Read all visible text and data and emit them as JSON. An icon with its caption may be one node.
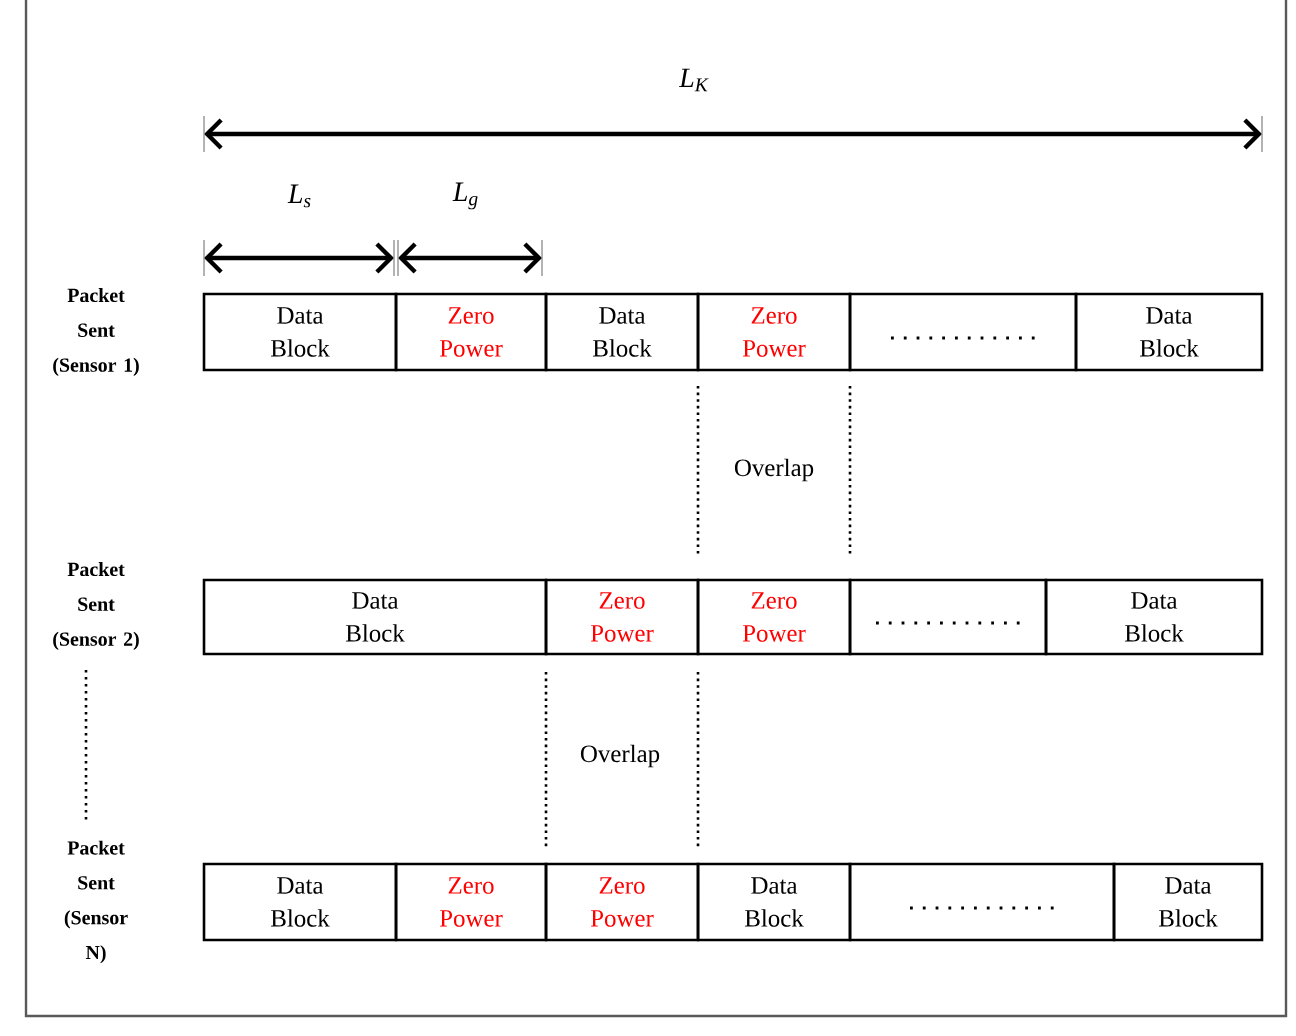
{
  "diagram": {
    "nodes": [
      {
        "text": [
          "Data Block"
        ]
      },
      {
        "text": [
          "Zero Power"
        ]
      },
      {
        "text": [
          "Data Block"
        ]
      },
      {
        "text": [
          "Zero Power"
        ]
      },
      {
        "text": [],
        "shape": "box"
      },
      {
        "text": [
          "Data Block"
        ]
      },
      {
        "text": [
          "Data Block"
        ]
      },
      {
        "text": [
          "Zero Power"
        ]
      },
      {
        "text": [
          "Zero Power"
        ]
      },
      {
        "text": [],
        "shape": "box"
      },
      {
        "text": [
          "Data Block"
        ]
      },
      {
        "text": [
          "Data Block"
        ]
      },
      {
        "text": [
          "Zero Power"
        ]
      },
      {
        "text": [
          "Zero Power"
        ]
      },
      {
        "text": [
          "Data Block"
        ]
      },
      {
        "text": [],
        "shape": "box"
      },
      {
        "text": [
          "Data Block"
        ]
      }
    ],
    "labels": [
      "L$_{K}$",
      "L$_{s}$",
      "L$_{g}$",
      "Packet Sent (Sensor 1)",
      "Overlap",
      "Packet Sent (Sensor 2)",
      "Overlap",
      "Packet Sent (Sensor N)"
    ]
  }
}
